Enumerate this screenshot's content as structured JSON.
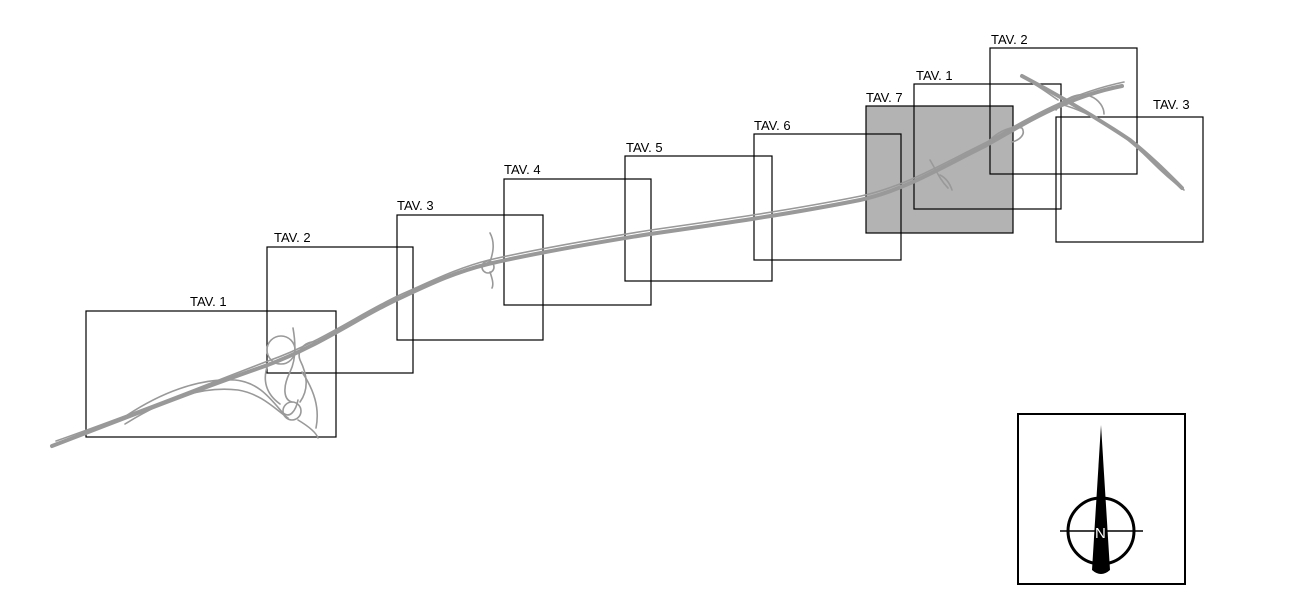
{
  "map": {
    "sheets": [
      {
        "id": "sheet-1",
        "label": "TAV. 1",
        "shaded": false
      },
      {
        "id": "sheet-2",
        "label": "TAV. 2",
        "shaded": false
      },
      {
        "id": "sheet-3",
        "label": "TAV. 3",
        "shaded": false
      },
      {
        "id": "sheet-4",
        "label": "TAV. 4",
        "shaded": false
      },
      {
        "id": "sheet-5",
        "label": "TAV. 5",
        "shaded": false
      },
      {
        "id": "sheet-6",
        "label": "TAV. 6",
        "shaded": false
      },
      {
        "id": "sheet-7",
        "label": "TAV. 7",
        "shaded": true
      },
      {
        "id": "sheet-b1",
        "label": "TAV. 1",
        "shaded": false
      },
      {
        "id": "sheet-b2",
        "label": "TAV. 2",
        "shaded": false
      },
      {
        "id": "sheet-b3",
        "label": "TAV. 3",
        "shaded": false
      }
    ],
    "road_color": "#999999",
    "shaded_color": "#b3b3b3",
    "compass": {
      "letter": "N",
      "icon": "north-arrow-icon"
    }
  }
}
